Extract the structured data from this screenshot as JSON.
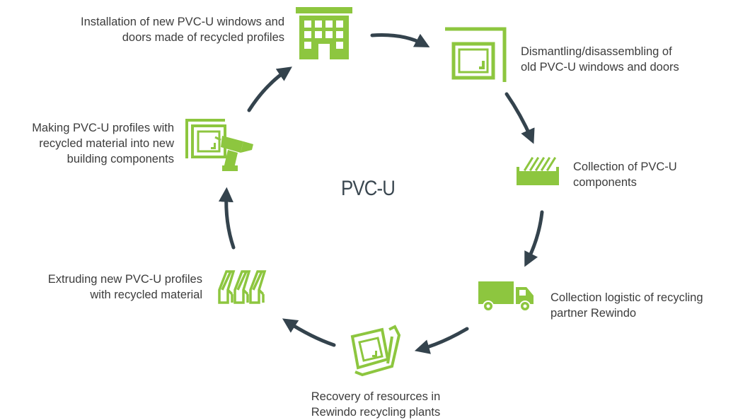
{
  "center_label": "PVC-U",
  "colors": {
    "icon_green": "#8dc63f",
    "arrow": "#34434d",
    "text": "#3c3c3c"
  },
  "steps": [
    {
      "id": "installation",
      "icon": "building-icon",
      "label": "Installation of new PVC-U windows and\ndoors made of recycled profiles"
    },
    {
      "id": "dismantling",
      "icon": "window-frame-icon",
      "label": "Dismantling/disassembling of\nold PVC-U windows and doors"
    },
    {
      "id": "collection",
      "icon": "container-icon",
      "label": "Collection of PVC-U\ncomponents"
    },
    {
      "id": "logistic",
      "icon": "truck-icon",
      "label": "Collection logistic of recycling\npartner Rewindo"
    },
    {
      "id": "recovery",
      "icon": "crushed-frames-icon",
      "label": "Recovery of resources in\nRewindo recycling plants"
    },
    {
      "id": "extruding",
      "icon": "profiles-icon",
      "label": "Extruding new PVC-U profiles\nwith recycled material"
    },
    {
      "id": "making",
      "icon": "frame-drill-icon",
      "label": "Making PVC-U profiles with\nrecycled material into new\nbuilding components"
    }
  ]
}
